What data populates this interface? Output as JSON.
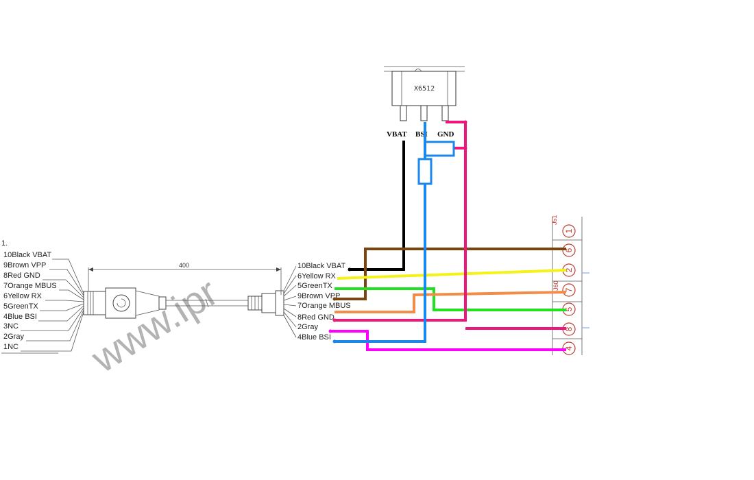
{
  "chip": {
    "name": "X6512",
    "pins": [
      "VBAT",
      "BSI",
      "GND"
    ]
  },
  "cable": {
    "length": "400",
    "stub_mark": "1.",
    "left_labels": [
      "10Black VBAT",
      "9Brown VPP",
      "8Red GND",
      "7Orange MBUS",
      "6Yellow RX",
      "5GreenTX",
      "4Blue BSI",
      "3NC",
      "2Gray",
      "1NC"
    ],
    "right_labels": [
      "10Black VBAT",
      "6Yellow RX",
      "5GreenTX",
      "9Brown VPP",
      "7Orange MBUS",
      "8Red GND",
      "2Gray",
      "4Blue BSI"
    ]
  },
  "connector": {
    "ref_top": "J51",
    "ref_mid": "J60",
    "pin_numbers": [
      "1",
      "6",
      "2",
      "7",
      "5",
      "8",
      "4"
    ]
  },
  "watermark": "www.ipr",
  "colors": {
    "black": "#000000",
    "brown": "#7a4512",
    "yellow": "#f5f21a",
    "green": "#22e022",
    "orange": "#f28c4a",
    "red": "#f0157a",
    "gray": "#ff00ff",
    "blue": "#1a87ea"
  }
}
